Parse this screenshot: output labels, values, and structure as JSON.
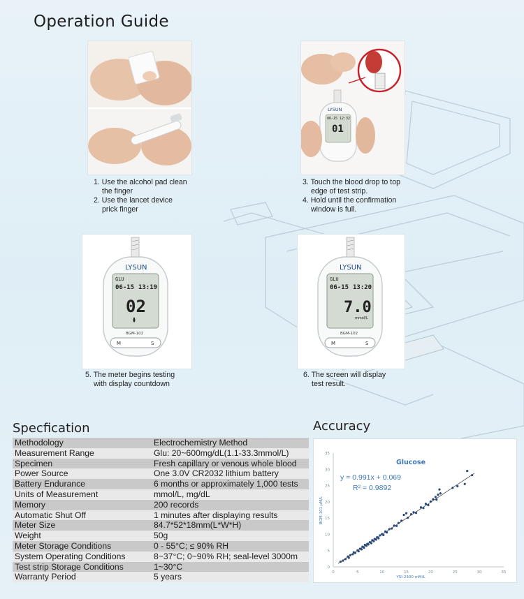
{
  "page": {
    "title": "Operation Guide",
    "brand": "LYSUN",
    "meter_model": "BGM-102"
  },
  "steps": [
    {
      "lines": [
        "1. Use the alcohol pad clean",
        "the finger",
        "2. Use the lancet device",
        "prick finger"
      ]
    },
    {
      "lines": [
        "3. Touch the blood drop to top",
        "edge of test strip.",
        "4. Hold until the confirmation",
        "window is full."
      ]
    },
    {
      "lines": [
        "5. The meter begins testing",
        "with display countdown"
      ]
    },
    {
      "lines": [
        "6. The screen will display",
        "test result."
      ]
    }
  ],
  "meters": [
    {
      "label": "GLU",
      "date": "06-15",
      "time": "13:19",
      "value": "02",
      "unit": ""
    },
    {
      "label": "GLU",
      "date": "06-15",
      "time": "13:20",
      "value": "7.0",
      "unit": "mmol/L"
    }
  ],
  "small_meter": {
    "date": "06-15",
    "time": "12:32",
    "value": "01"
  },
  "buttons": {
    "m": "M",
    "s": "S"
  },
  "spec": {
    "title": "Specfication",
    "rows": [
      {
        "key": "Methodology",
        "value": "Electrochemistry Method"
      },
      {
        "key": "Measurement Range",
        "value": "Glu: 20~600mg/dL(1.1-33.3mmol/L)"
      },
      {
        "key": "Specimen",
        "value": "Fresh capillary or venous whole blood"
      },
      {
        "key": "Power Source",
        "value": "One 3.0V CR2032 lithium battery"
      },
      {
        "key": "Battery Endurance",
        "value": "6 months or approximately 1,000 tests"
      },
      {
        "key": "Units of Measurement",
        "value": "mmol/L, mg/dL"
      },
      {
        "key": "Memory",
        "value": "200 records"
      },
      {
        "key": "Automatic Shut Off",
        "value": "1 minutes after displaying results"
      },
      {
        "key": "Meter Size",
        "value": "84.7*52*18mm(L*W*H)"
      },
      {
        "key": "Weight",
        "value": "50g"
      },
      {
        "key": "Meter Storage Conditions",
        "value": "0 - 55°C; ≤ 90% RH"
      },
      {
        "key": "System Operating Conditions",
        "value": "8~37°C; 0~90% RH; seal-level 3000m"
      },
      {
        "key": "Test strip Storage Conditions",
        "value": "1~30°C"
      },
      {
        "key": "Warranty Period",
        "value": "5 years"
      }
    ]
  },
  "accuracy": {
    "title": "Accuracy"
  },
  "chart_data": {
    "type": "scatter",
    "title": "Glucose",
    "xlabel": "YSI-2300 mM/L",
    "ylabel": "BGM-101 μM/L",
    "xlim": [
      0,
      35
    ],
    "ylim": [
      0,
      35
    ],
    "xticks": [
      "0",
      "5",
      "10",
      "15",
      "20",
      "25",
      "30",
      "35"
    ],
    "yticks": [
      "0",
      "5",
      "10",
      "15",
      "20",
      "25",
      "30",
      "35"
    ],
    "equation": "y = 0.991x + 0.069",
    "r_squared": "R² = 0.9892",
    "trendline": {
      "slope": 0.991,
      "intercept": 0.069
    },
    "series": [
      {
        "color": "#2b4a7a",
        "points": [
          [
            1.5,
            1.6
          ],
          [
            2.0,
            1.9
          ],
          [
            2.5,
            2.4
          ],
          [
            3.0,
            3.2
          ],
          [
            3.2,
            2.8
          ],
          [
            3.5,
            3.6
          ],
          [
            4.0,
            3.9
          ],
          [
            4.2,
            4.5
          ],
          [
            4.5,
            4.3
          ],
          [
            5.0,
            5.1
          ],
          [
            5.2,
            4.8
          ],
          [
            5.5,
            5.6
          ],
          [
            5.8,
            5.4
          ],
          [
            6.0,
            6.2
          ],
          [
            6.3,
            5.9
          ],
          [
            6.5,
            6.8
          ],
          [
            6.8,
            6.5
          ],
          [
            7.0,
            7.1
          ],
          [
            7.2,
            6.9
          ],
          [
            7.5,
            7.6
          ],
          [
            7.8,
            7.3
          ],
          [
            8.0,
            8.2
          ],
          [
            8.3,
            7.9
          ],
          [
            8.5,
            8.6
          ],
          [
            8.8,
            8.4
          ],
          [
            9.0,
            9.1
          ],
          [
            9.3,
            8.8
          ],
          [
            9.6,
            9.7
          ],
          [
            10.0,
            10.1
          ],
          [
            10.3,
            9.8
          ],
          [
            10.7,
            10.9
          ],
          [
            11.0,
            10.6
          ],
          [
            11.5,
            11.6
          ],
          [
            12.0,
            11.8
          ],
          [
            12.5,
            12.7
          ],
          [
            13.0,
            12.6
          ],
          [
            13.4,
            13.5
          ],
          [
            14.0,
            14.2
          ],
          [
            14.5,
            16.0
          ],
          [
            15.0,
            16.5
          ],
          [
            15.3,
            15.1
          ],
          [
            16.0,
            16.2
          ],
          [
            16.5,
            16.8
          ],
          [
            17.0,
            16.6
          ],
          [
            18.0,
            18.3
          ],
          [
            18.5,
            18.1
          ],
          [
            19.0,
            19.4
          ],
          [
            19.5,
            19.0
          ],
          [
            20.0,
            20.1
          ],
          [
            20.5,
            20.8
          ],
          [
            21.0,
            21.5
          ],
          [
            21.5,
            22.2
          ],
          [
            21.8,
            23.8
          ],
          [
            22.0,
            22.6
          ],
          [
            21.2,
            20.7
          ],
          [
            24.5,
            24.3
          ],
          [
            25.5,
            24.8
          ],
          [
            27.0,
            25.5
          ],
          [
            27.5,
            29.5
          ],
          [
            28.5,
            28.2
          ]
        ]
      }
    ]
  }
}
